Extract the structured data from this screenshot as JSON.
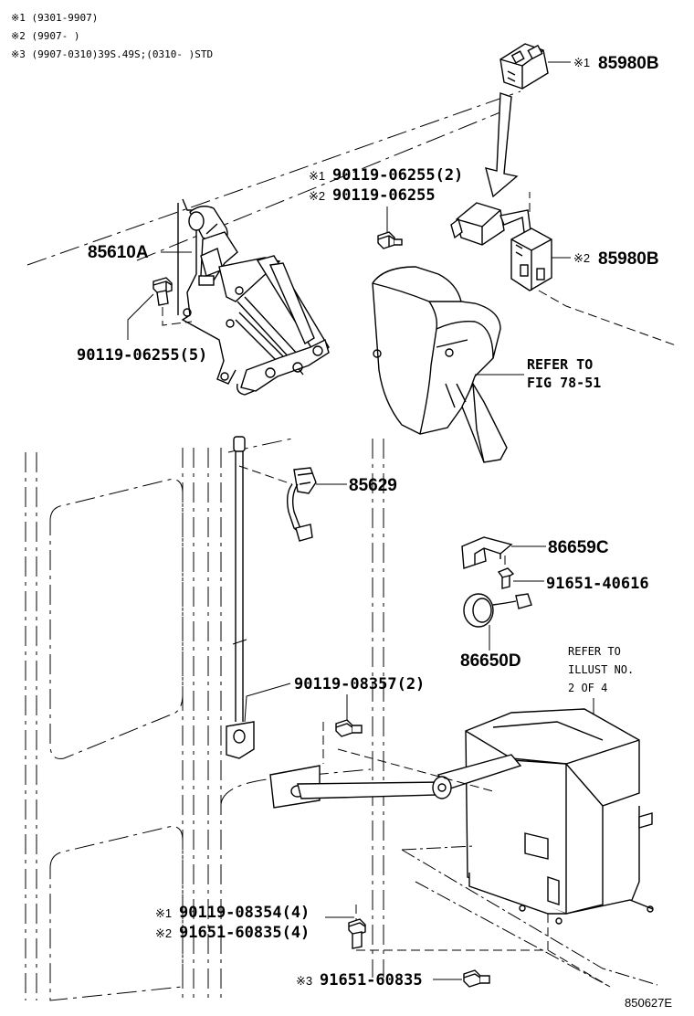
{
  "notes": [
    "※1 (9301-9907)",
    "※2 (9907-     )",
    "※3 (9907-0310)39S.49S;(0310-     )STD"
  ],
  "callouts": {
    "c85980b_1": {
      "mark": "※1",
      "part": "85980B"
    },
    "c85980b_2": {
      "mark": "※2",
      "part": "85980B"
    },
    "c90119_06255_a": {
      "mark": "※1",
      "part": "90119-06255(2)"
    },
    "c90119_06255_b": {
      "mark": "※2",
      "part": "90119-06255"
    },
    "c85610a": {
      "part": "85610A"
    },
    "c90119_06255_5": {
      "part": "90119-06255(5)"
    },
    "c85629": {
      "part": "85629"
    },
    "c86659c": {
      "part": "86659C"
    },
    "c91651_40616": {
      "part": "91651-40616"
    },
    "c86650d": {
      "part": "86650D"
    },
    "c90119_08357": {
      "part": "90119-08357(2)"
    },
    "c90119_08354": {
      "mark": "※1",
      "part": "90119-08354(4)"
    },
    "c91651_60835_4": {
      "mark": "※2",
      "part": "91651-60835(4)"
    },
    "c91651_60835": {
      "mark": "※3",
      "part": "91651-60835"
    }
  },
  "refer_fig": {
    "line1": "REFER TO",
    "line2": "FIG 78-51"
  },
  "refer_illust": {
    "line1": "REFER TO",
    "line2": "ILLUST NO.",
    "line3": "2 OF 4"
  },
  "diagram_code": "850627E"
}
